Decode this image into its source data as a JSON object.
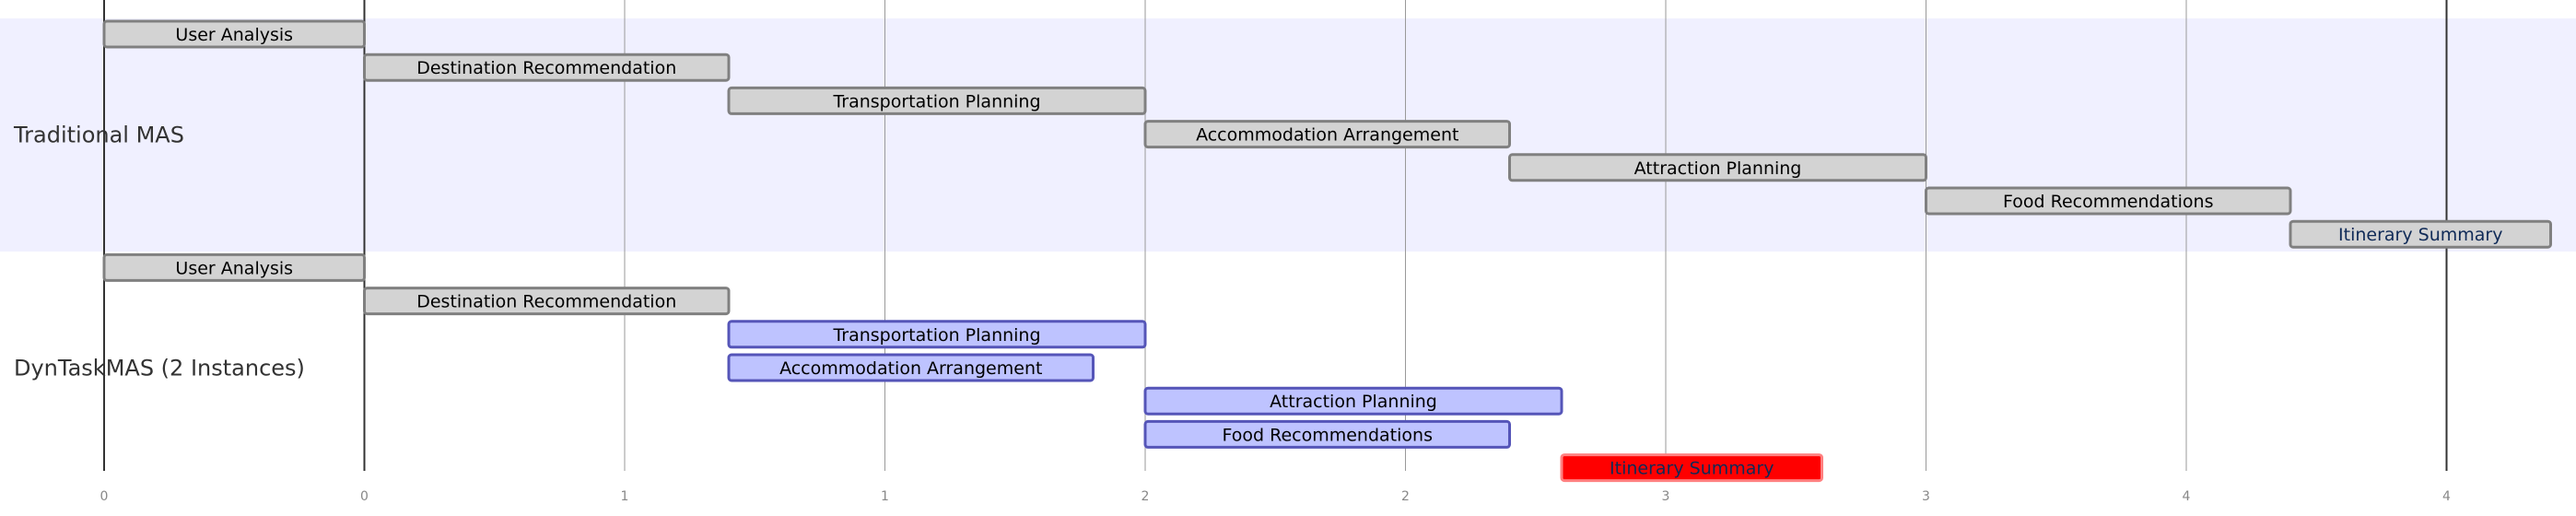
{
  "chart_data": {
    "type": "gantt",
    "x_ticks": [
      "0",
      "0",
      "1",
      "1",
      "2",
      "2",
      "3",
      "3",
      "4",
      "4"
    ],
    "xlim": [
      0,
      4.5
    ],
    "colors": {
      "default_fill": "#d3d3d3",
      "default_stroke": "#808080",
      "parallel_fill": "#bec3ff",
      "parallel_stroke": "#5555b8",
      "critical_fill": "#ff0000",
      "critical_stroke": "#ff8080",
      "section_band": "#f0f0ff",
      "grid": "#9a9a9a",
      "today_line": "#333333",
      "dark_text": "#0f2a57"
    },
    "sections": [
      {
        "name": "Traditional MAS",
        "tasks": [
          {
            "label": "User Analysis",
            "start": 0.0,
            "end": 0.5,
            "style": "default"
          },
          {
            "label": "Destination Recommendation",
            "start": 0.5,
            "end": 1.2,
            "style": "default"
          },
          {
            "label": "Transportation Planning",
            "start": 1.2,
            "end": 2.0,
            "style": "default"
          },
          {
            "label": "Accommodation Arrangement",
            "start": 2.0,
            "end": 2.7,
            "style": "default"
          },
          {
            "label": "Attraction Planning",
            "start": 2.7,
            "end": 3.5,
            "style": "default"
          },
          {
            "label": "Food Recommendations",
            "start": 3.5,
            "end": 4.2,
            "style": "default"
          },
          {
            "label": "Itinerary Summary",
            "start": 4.2,
            "end": 4.7,
            "style": "default_dark"
          }
        ]
      },
      {
        "name": "DynTaskMAS (2 Instances)",
        "tasks": [
          {
            "label": "User Analysis",
            "start": 0.0,
            "end": 0.5,
            "style": "default"
          },
          {
            "label": "Destination Recommendation",
            "start": 0.5,
            "end": 1.2,
            "style": "default"
          },
          {
            "label": "Transportation Planning",
            "start": 1.2,
            "end": 2.0,
            "style": "parallel"
          },
          {
            "label": "Accommodation Arrangement",
            "start": 1.2,
            "end": 1.9,
            "style": "parallel"
          },
          {
            "label": "Attraction Planning",
            "start": 2.0,
            "end": 2.8,
            "style": "parallel"
          },
          {
            "label": "Food Recommendations",
            "start": 2.0,
            "end": 2.7,
            "style": "parallel"
          },
          {
            "label": "Itinerary Summary",
            "start": 2.8,
            "end": 3.3,
            "style": "critical"
          }
        ]
      }
    ]
  }
}
